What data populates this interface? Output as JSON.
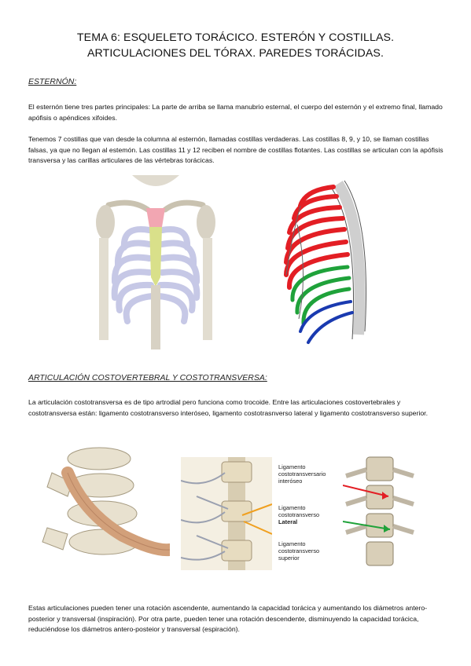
{
  "title": {
    "line1": "TEMA 6: ESQUELETO TORÁCICO. ESTERÓN Y COSTILLAS.",
    "line2": "ARTICULACIONES DEL TÓRAX. PAREDES TORÁCIDAS."
  },
  "esternon": {
    "heading": "ESTERNÓN:",
    "para1": "El esternón tiene tres partes principales: La parte de arriba se llama manubrio esternal, el cuerpo del esternón y el extremo final, llamado apófisis o apéndices xifoides.",
    "para2": "Tenemos 7 costillas que van desde la columna al esternón, llamadas costillas verdaderas. Las costillas 8, 9, y 10, se llaman costillas falsas, ya que no llegan al estemón. Las costillas 11 y 12 reciben el nombre de costillas flotantes. Las costillas se articulan con la apófisis transversa y las carillas articulares de las vértebras torácicas."
  },
  "articulacion": {
    "heading": "ARTICULACIÓN COSTOVERTEBRAL Y COSTOTRANSVERSA:",
    "para": "La articulación costotransversa es de tipo artrodial pero funciona como trocoide. Entre las articulaciones costovertebrales y costotransversa están: ligamento costotransverso interóseo, ligamento costotrasnverso lateral y ligamento costotransverso superior."
  },
  "figure_labels": {
    "l1a": "Ligamento",
    "l1b": "costotransversario",
    "l1c": "interóseo",
    "l2a": "Ligamento",
    "l2b": "costotransverso",
    "l2c": "Lateral",
    "l3a": "Ligamento",
    "l3b": "costotransverso",
    "l3c": "superior"
  },
  "final_para": "Estas articulaciones pueden tener una rotación ascendente, aumentando la capacidad torácica y aumentando los diámetros antero-posterior y transversal (inspiración). Por otra parte, pueden tener una rotación descendente, disminuyendo la capacidad torácica, reduciéndose los diámetros antero-posteior y transversal (espiración).",
  "colors": {
    "true_ribs": "#e31e24",
    "false_ribs": "#1fa23a",
    "floating_ribs": "#1a3ab0",
    "sternum": "#d9e08a",
    "manubrium": "#f2a6b2",
    "ligament_arrow": "#f0a020"
  }
}
